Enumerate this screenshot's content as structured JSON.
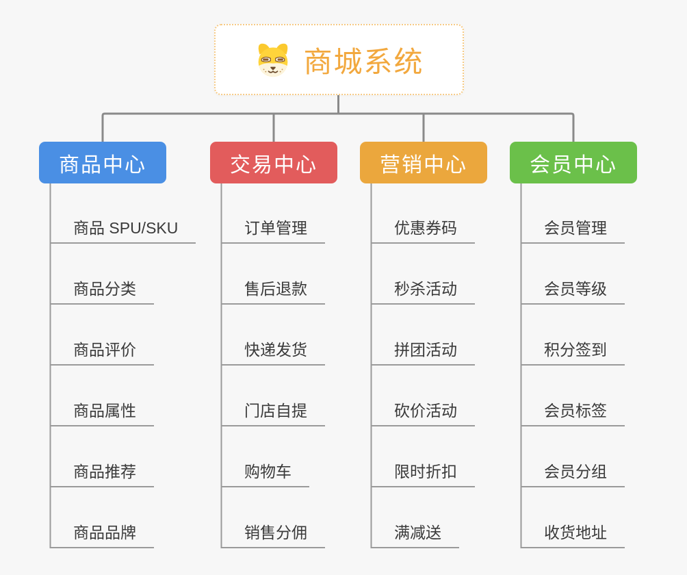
{
  "root": {
    "title": "商城系统",
    "icon": "dog-face-icon",
    "title_color": "#f2a83e",
    "border_color": "#f6ca84"
  },
  "branches": [
    {
      "label": "商品中心",
      "color": "#4a8fe4",
      "items": [
        "商品 SPU/SKU",
        "商品分类",
        "商品评价",
        "商品属性",
        "商品推荐",
        "商品品牌"
      ]
    },
    {
      "label": "交易中心",
      "color": "#e25c5c",
      "items": [
        "订单管理",
        "售后退款",
        "快递发货",
        "门店自提",
        "购物车",
        "销售分佣"
      ]
    },
    {
      "label": "营销中心",
      "color": "#eba73d",
      "items": [
        "优惠券码",
        "秒杀活动",
        "拼团活动",
        "砍价活动",
        "限时折扣",
        "满减送"
      ]
    },
    {
      "label": "会员中心",
      "color": "#6bc04a",
      "items": [
        "会员管理",
        "会员等级",
        "积分签到",
        "会员标签",
        "会员分组",
        "收货地址"
      ]
    }
  ],
  "colors": {
    "background": "#f7f7f7",
    "branch_connector": "#8a8a8a",
    "item_rail": "#9a9a9a",
    "item_text": "#3a3a3a"
  }
}
